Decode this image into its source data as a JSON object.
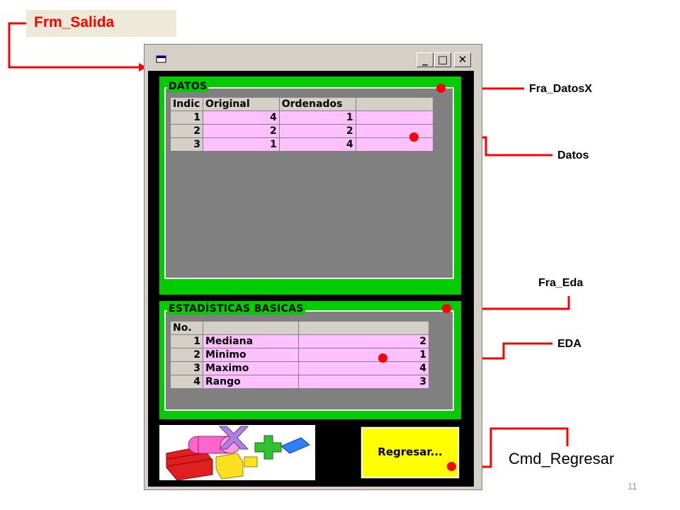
{
  "form_label": "Frm_Salida",
  "window": {
    "title": "",
    "controls": {
      "minimize": "_",
      "maximize": "□",
      "close": "✕"
    }
  },
  "frame_datos": {
    "label": "DATOS",
    "columns": [
      "Indic",
      "Original",
      "Ordenados",
      ""
    ],
    "rows": [
      [
        "1",
        "4",
        "1",
        ""
      ],
      [
        "2",
        "2",
        "2",
        ""
      ],
      [
        "3",
        "1",
        "4",
        ""
      ]
    ]
  },
  "frame_eda": {
    "label": "ESTADÍSTICAS BASICAS",
    "columns": [
      "No.",
      "",
      ""
    ],
    "rows": [
      [
        "1",
        "Mediana",
        "2"
      ],
      [
        "2",
        "Minimo",
        "1"
      ],
      [
        "3",
        "Maximo",
        "4"
      ],
      [
        "4",
        "Rango",
        "3"
      ]
    ]
  },
  "button": {
    "label": "Regresar..."
  },
  "annotations": {
    "fra_datosx": "Fra_DatosX",
    "datos": "Datos",
    "fra_eda": "Fra_Eda",
    "eda": "EDA",
    "cmd_regresar": "Cmd_Regresar"
  },
  "page_number": "11",
  "colors": {
    "callout": "#ff0000",
    "frame": "#00cc00",
    "grid_cell": "#ffc0ff",
    "button": "#ffff00"
  }
}
